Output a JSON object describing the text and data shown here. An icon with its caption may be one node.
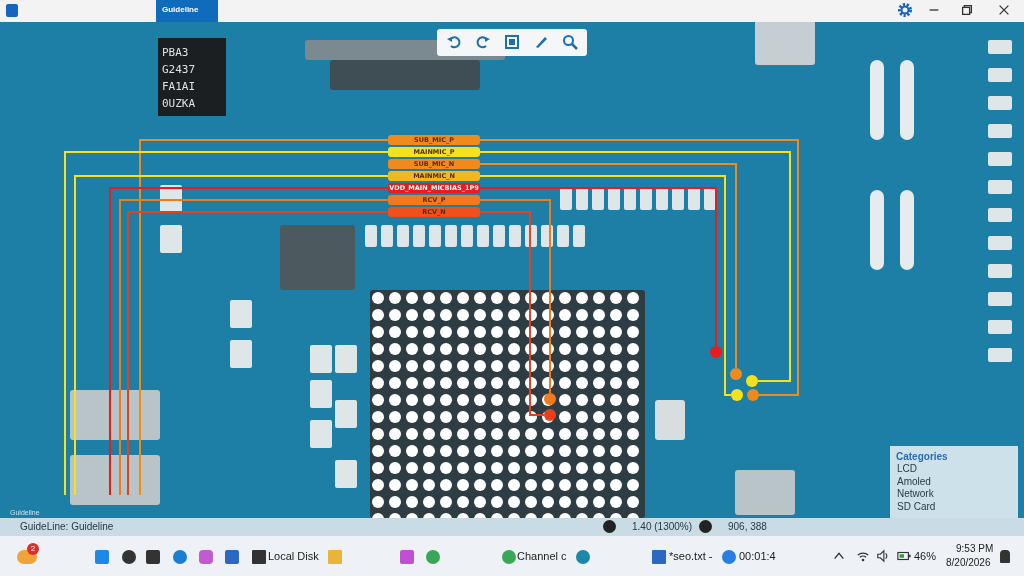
{
  "diagram": {
    "nodes": [
      {
        "text": [
          "SUB_MIC_P"
        ]
      },
      {
        "text": [
          "MAINMIC_P"
        ]
      },
      {
        "text": [
          "SUB_MIC_N"
        ]
      },
      {
        "text": [
          "MAINMIC_N"
        ]
      },
      {
        "text": [
          "VDD_MAIN_MICBIAS_1P9"
        ]
      },
      {
        "text": [
          "RCV_P"
        ]
      },
      {
        "text": [
          "RCV_N"
        ]
      },
      {
        "text": [],
        "shape": "circle"
      },
      {
        "text": [],
        "shape": "circle"
      },
      {
        "text": [],
        "shape": "circle"
      },
      {
        "text": [],
        "shape": "circle"
      },
      {
        "text": [],
        "shape": "circle"
      },
      {
        "text": [],
        "shape": "circle"
      },
      {
        "text": [],
        "shape": "circle"
      }
    ],
    "edges": [
      {
        "from": 0,
        "to": 7,
        "arrow": "none",
        "color": "#f08a1c"
      },
      {
        "from": 1,
        "to": 8,
        "arrow": "none",
        "color": "#f5e21a"
      },
      {
        "from": 2,
        "to": 9,
        "arrow": "none",
        "color": "#f08a1c"
      },
      {
        "from": 3,
        "to": 10,
        "arrow": "none",
        "color": "#f5e21a"
      },
      {
        "from": 4,
        "to": 11,
        "arrow": "none",
        "color": "#e81c1c"
      },
      {
        "from": 5,
        "to": 12,
        "arrow": "none",
        "color": "#f07a1c"
      },
      {
        "from": 6,
        "to": 13,
        "arrow": "none",
        "color": "#e8401c"
      },
      {
        "from": 0,
        "to": null,
        "arrow": "none",
        "color": "#f08a1c"
      },
      {
        "from": 1,
        "to": null,
        "arrow": "none",
        "color": "#f5e21a"
      },
      {
        "from": 3,
        "to": null,
        "arrow": "none",
        "color": "#f5e21a"
      },
      {
        "from": 4,
        "to": null,
        "arrow": "none",
        "color": "#e81c1c"
      },
      {
        "from": 5,
        "to": null,
        "arrow": "none",
        "color": "#f07a1c"
      },
      {
        "from": 6,
        "to": null,
        "arrow": "none",
        "color": "#e8401c"
      }
    ],
    "labels": [
      "Guideline",
      "PBA3 G2437 FA1AI 0UZKA",
      "Categories",
      "LCD",
      "Amoled",
      "Network",
      "SD Card",
      "Guideline",
      "GuideLine: Guideline",
      "1.40 (1300%)",
      "906, 388",
      "2",
      "Local Disk",
      "Channel c",
      "*seo.txt -",
      "00:01:4",
      "46%",
      "9:53 PM",
      "8/20/2026"
    ]
  }
}
